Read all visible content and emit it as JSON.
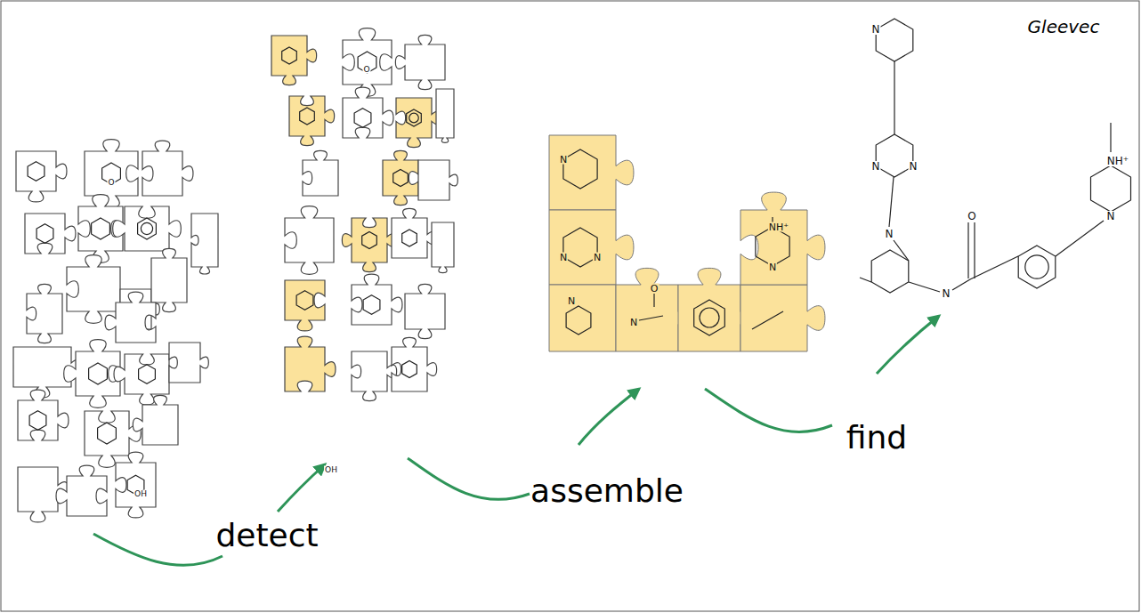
{
  "diagram": {
    "labels": [
      "detect",
      "assemble",
      "find",
      "Gleevec",
      "N",
      "N",
      "N",
      "N",
      "O",
      "N",
      "NH⁺",
      "N",
      "N",
      "N",
      "N",
      "N",
      "O",
      "N",
      "NH⁺",
      "N",
      "O",
      "O",
      "OH",
      "OH"
    ]
  }
}
